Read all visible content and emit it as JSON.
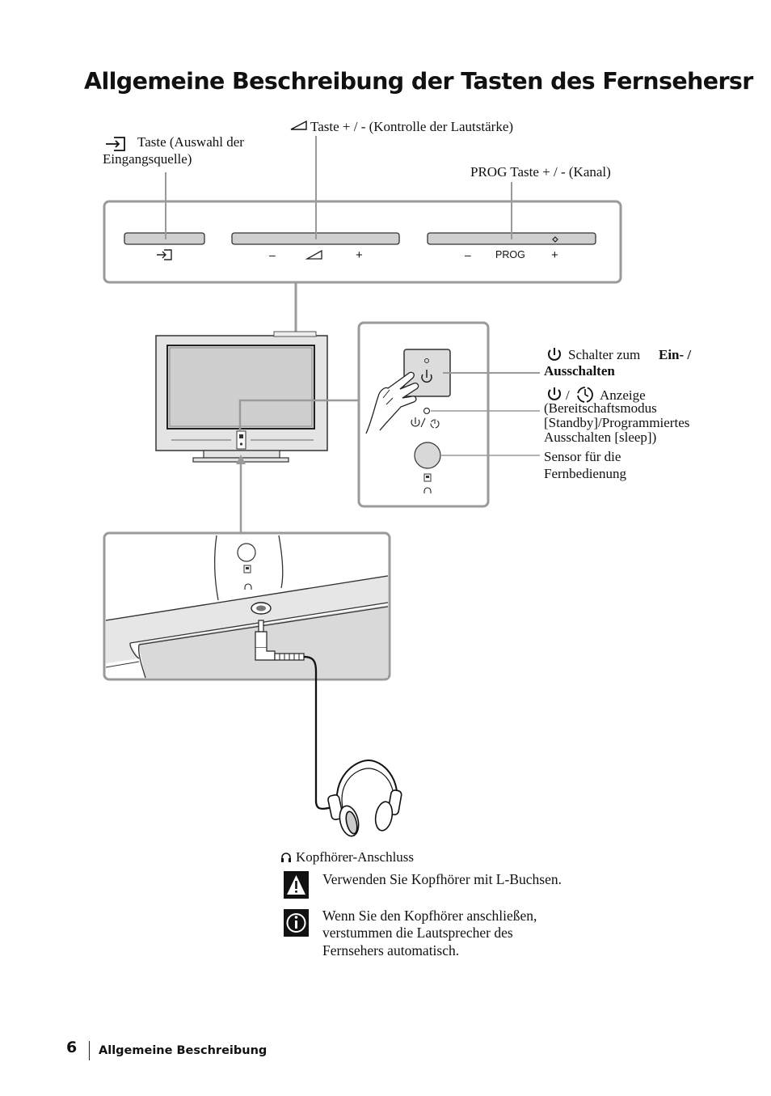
{
  "page": {
    "title": "Allgemeine Beschreibung der Tasten des Fernsehersr",
    "footer": {
      "page_number": "6",
      "section": "Allgemeine Beschreibung"
    }
  },
  "labels": {
    "input_button": [
      "Taste (Auswahl der",
      "Eingangsquelle)"
    ],
    "volume_button": "Taste + / - (Kontrolle der Lautstärke)",
    "prog_button": "PROG Taste + / - (Kanal)",
    "power_switch_prefix": "Schalter zum",
    "power_switch_bold": [
      "Ein- /",
      "Ausschalten"
    ],
    "indicator": [
      "Anzeige",
      "(Bereitschaftsmodus",
      "[Standby]/Programmiertes",
      "Ausschalten [sleep])"
    ],
    "sensor": [
      "Sensor für die",
      "Fernbedienung"
    ],
    "headphone_jack": "Kopfhörer-Anschluss"
  },
  "panel_marks": {
    "minus": "–",
    "plus": "+",
    "prog": "PROG",
    "slash": "/"
  },
  "notes": {
    "warning": "Verwenden Sie Kopfhörer mit L-Buchsen.",
    "info": [
      "Wenn Sie den Kopfhörer anschließen,",
      "verstummen die Lautsprecher des",
      "Fernsehers automatisch."
    ]
  },
  "icons": [
    "input-icon",
    "volume-icon",
    "power-icon",
    "standby-timer-icon",
    "headphone-icon",
    "warning-icon",
    "info-icon"
  ]
}
